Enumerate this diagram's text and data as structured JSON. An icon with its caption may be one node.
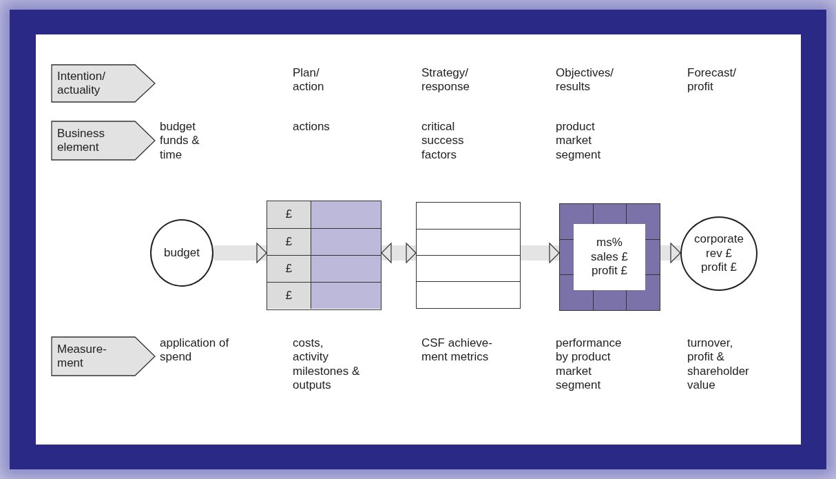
{
  "diagram": {
    "nodes": [
      {
        "text": [
          "Intention/ actuality"
        ]
      },
      {
        "text": [
          "Business element"
        ]
      },
      {
        "text": [
          "Measure- ment"
        ]
      },
      {
        "text": [
          "budget"
        ]
      },
      {
        "text": [
          "£",
          "£",
          "£",
          "£"
        ]
      },
      {
        "text": [],
        "shape": "box"
      },
      {
        "text": [
          "ms% sales £ profit £"
        ]
      },
      {
        "text": [
          "corporate rev £ profit £"
        ]
      }
    ],
    "edges": [
      {
        "from": 3,
        "to": 4,
        "arrow": "to"
      },
      {
        "from": 4,
        "to": 5,
        "arrow": "both"
      },
      {
        "from": 5,
        "to": 6,
        "arrow": "to"
      },
      {
        "from": 6,
        "to": 7,
        "arrow": "to"
      }
    ],
    "labels": [
      "Plan/ action",
      "Strategy/ response",
      "Objectives/ results",
      "Forecast/ profit",
      "budget funds & time",
      "actions",
      "critical success factors",
      "product market segment",
      "application of spend",
      "costs, activity milestones & outputs",
      "CSF achieve- ment metrics",
      "performance by product market segment",
      "turnover, profit & shareholder value"
    ]
  }
}
